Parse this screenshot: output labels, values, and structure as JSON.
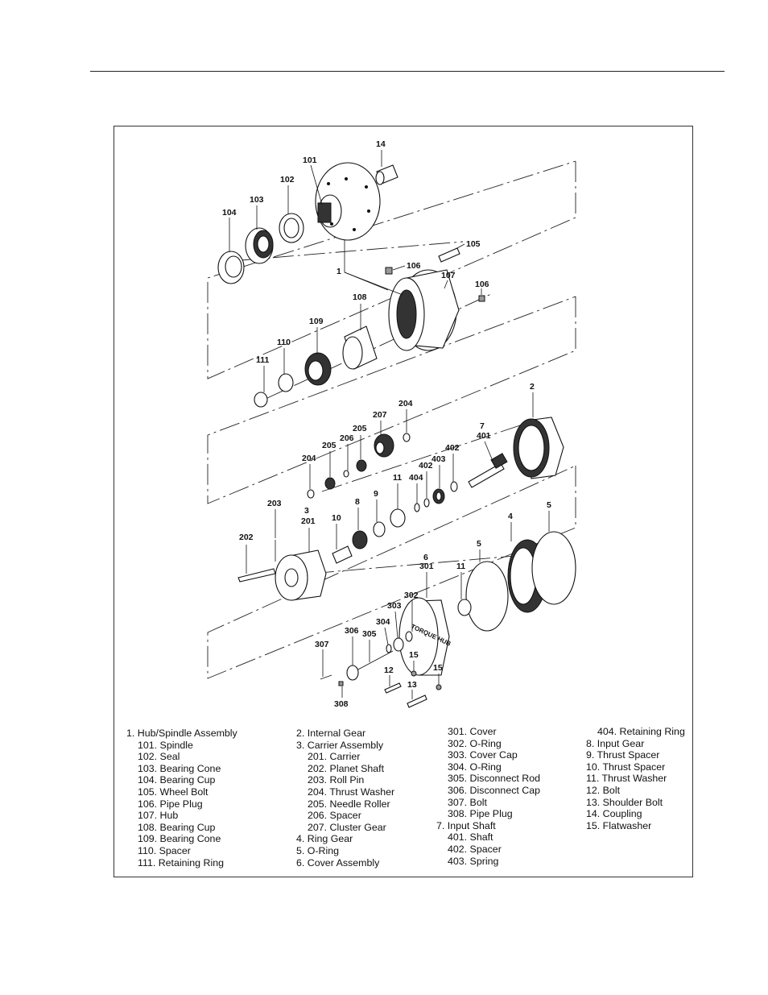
{
  "callouts": {
    "c14": "14",
    "c101": "101",
    "c102": "102",
    "c103": "103",
    "c104": "104",
    "c105": "105",
    "c106a": "106",
    "c106b": "106",
    "c107": "107",
    "c1": "1",
    "c108": "108",
    "c109": "109",
    "c110": "110",
    "c111": "111",
    "c2": "2",
    "c7": "7",
    "c401": "401",
    "c207": "207",
    "c204a": "204",
    "c205a": "205",
    "c206": "206",
    "c205b": "205",
    "c204b": "204",
    "c402a": "402",
    "c403": "403",
    "c402b": "402",
    "c404": "404",
    "c11a": "11",
    "c9": "9",
    "c8": "8",
    "c10": "10",
    "c3": "3",
    "c201": "201",
    "c203": "203",
    "c202": "202",
    "c4": "4",
    "c5a": "5",
    "c5b": "5",
    "c11b": "11",
    "c6": "6",
    "c301": "301",
    "c302": "302",
    "c303": "303",
    "c304": "304",
    "c305": "305",
    "c306": "306",
    "c307": "307",
    "c308": "308",
    "c15a": "15",
    "c15b": "15",
    "c12": "12",
    "c13": "13"
  },
  "legend": {
    "col1": [
      "1. Hub/Spindle Assembly",
      "101. Spindle",
      "102. Seal",
      "103. Bearing Cone",
      "104. Bearing Cup",
      "105. Wheel Bolt",
      "106. Pipe Plug",
      "107. Hub",
      "108. Bearing Cup",
      "109. Bearing Cone",
      "110. Spacer",
      "111. Retaining Ring"
    ],
    "col2": [
      "2. Internal Gear",
      "3. Carrier Assembly",
      "201. Carrier",
      "202. Planet Shaft",
      "203. Roll Pin",
      "204. Thrust Washer",
      "205. Needle Roller",
      "206. Spacer",
      "207. Cluster Gear",
      "4. Ring Gear",
      "5. O-Ring",
      "6. Cover Assembly"
    ],
    "col3": [
      "301. Cover",
      "302. O-Ring",
      "303. Cover Cap",
      "304. O-Ring",
      "305. Disconnect Rod",
      "306. Disconnect Cap",
      "307. Bolt",
      "308. Pipe Plug",
      "7. Input Shaft",
      "401. Shaft",
      "402. Spacer",
      "403. Spring"
    ],
    "col4": [
      "404. Retaining Ring",
      "8. Input Gear",
      "9. Thrust Spacer",
      "10. Thrust Spacer",
      "11. Thrust Washer",
      "12. Bolt",
      "13. Shoulder Bolt",
      "14. Coupling",
      "15. Flatwasher"
    ]
  },
  "cover_text": "TORQUE HUB"
}
